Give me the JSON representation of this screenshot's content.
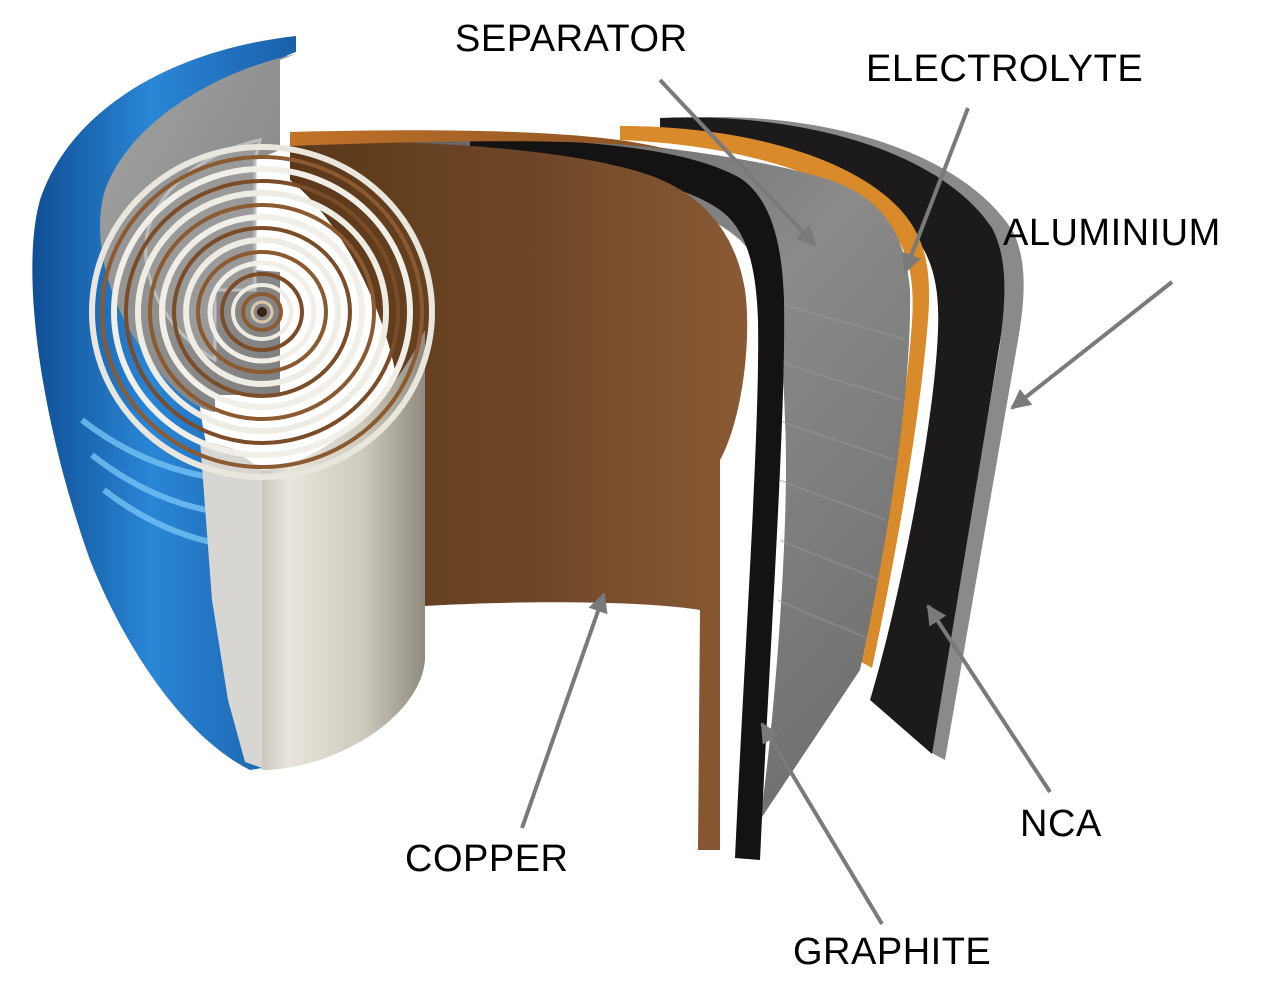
{
  "labels": {
    "separator": "SEPARATOR",
    "electrolyte": "ELECTROLYTE",
    "aluminium": "ALUMINIUM",
    "nca": "NCA",
    "copper": "COPPER",
    "graphite": "GRAPHITE"
  },
  "colors": {
    "casing_blue": "#1f73c4",
    "casing_highlight": "#5fb0ea",
    "cap_gray": "#8e8e8e",
    "roll_silver": "#c8c4b8",
    "copper_brown": "#6b4424",
    "separator_gray": "#6f6f6f",
    "electrolyte_orange": "#d98a2b",
    "nca_black": "#1c1a1b",
    "aluminium_gray": "#8a8a8a",
    "arrow_gray": "#7a7a7a"
  }
}
